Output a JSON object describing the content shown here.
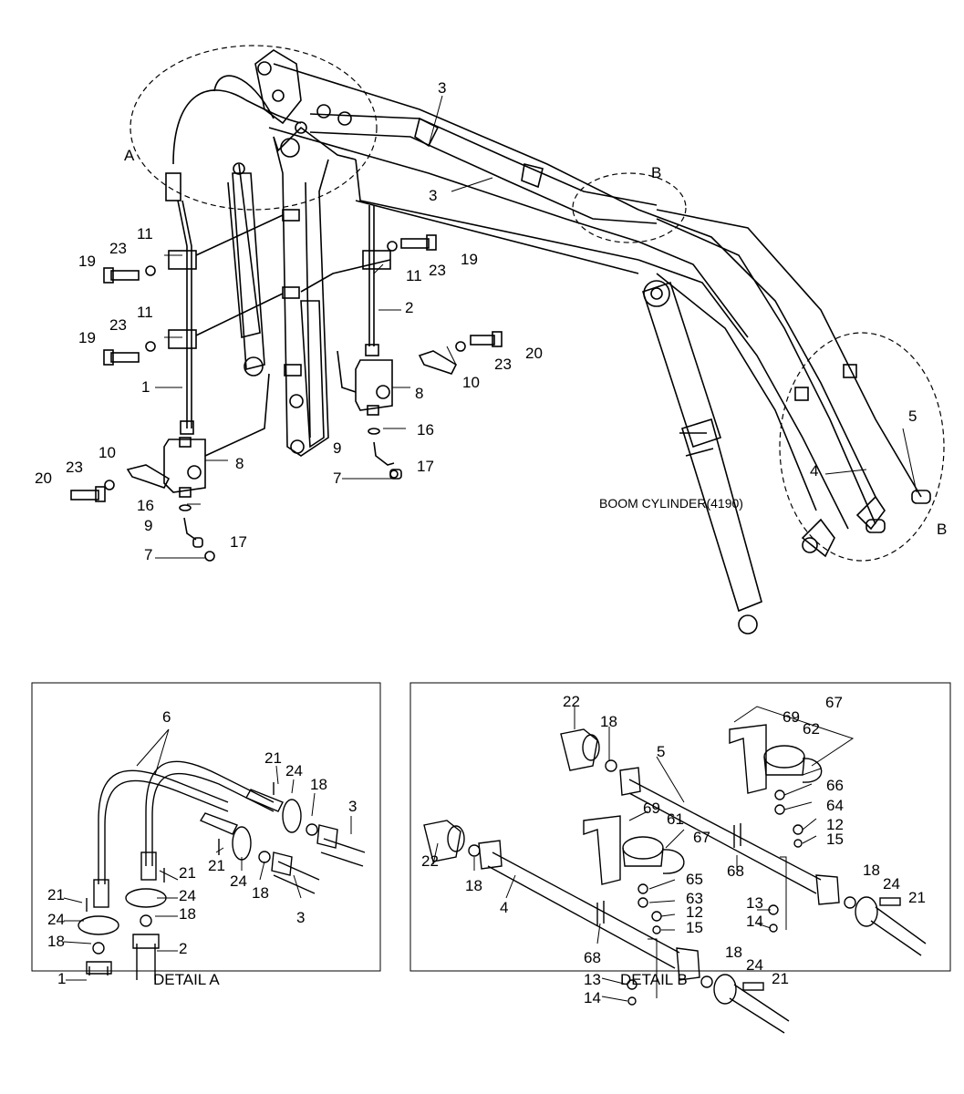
{
  "main_view": {
    "detail_markers": [
      "A",
      "B",
      "B"
    ],
    "callout_text": "BOOM CYLINDER(4190)",
    "part_numbers": [
      "3",
      "3",
      "11",
      "23",
      "19",
      "11",
      "23",
      "19",
      "1",
      "2",
      "23",
      "20",
      "10",
      "8",
      "16",
      "9",
      "17",
      "7",
      "10",
      "23",
      "20",
      "8",
      "16",
      "9",
      "17",
      "7",
      "5",
      "4"
    ]
  },
  "detail_a": {
    "caption": "DETAIL A",
    "part_numbers": [
      "6",
      "21",
      "24",
      "18",
      "3",
      "21",
      "24",
      "18",
      "3",
      "21",
      "24",
      "18",
      "2",
      "21",
      "24",
      "18",
      "1"
    ]
  },
  "detail_b": {
    "caption": "DETAIL B",
    "part_numbers": [
      "22",
      "18",
      "5",
      "69",
      "67",
      "62",
      "66",
      "64",
      "12",
      "15",
      "22",
      "18",
      "4",
      "69",
      "61",
      "67",
      "65",
      "63",
      "12",
      "15",
      "68",
      "68",
      "13",
      "14",
      "18",
      "24",
      "21",
      "13",
      "14",
      "18",
      "24",
      "21"
    ]
  },
  "colors": {
    "line": "#000000",
    "background": "#ffffff"
  }
}
